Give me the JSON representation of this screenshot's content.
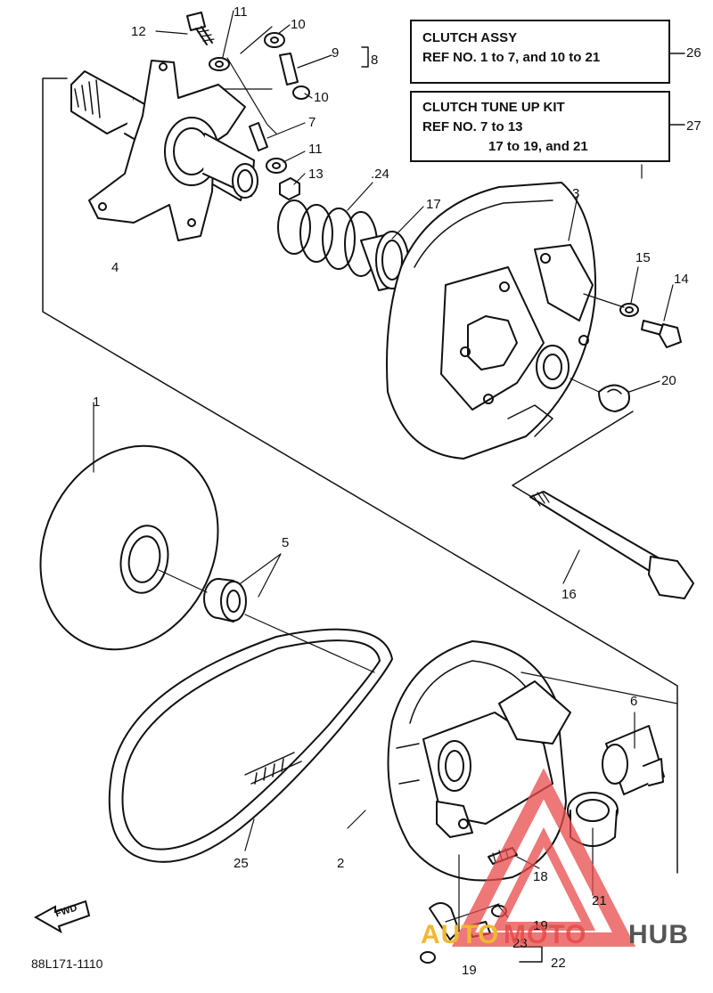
{
  "boxes": {
    "clutch_assy": {
      "line1": "CLUTCH ASSY",
      "line2": "REF NO. 1 to 7, and 10 to 21",
      "ref": "26"
    },
    "tune_kit": {
      "line1": "CLUTCH TUNE UP KIT",
      "line2": "REF NO. 7 to 13",
      "line3": "17 to 19, and 21",
      "ref": "27"
    }
  },
  "callouts": {
    "p1": "1",
    "p2": "2",
    "p3": "3",
    "p4": "4",
    "p5": "5",
    "p6": "6",
    "p7": "7",
    "p8": "8",
    "p9": "9",
    "p10a": "10",
    "p10b": "10",
    "p11a": "11",
    "p11b": "11",
    "p12": "12",
    "p13": "13",
    "p14": "14",
    "p15": "15",
    "p16": "16",
    "p17": "17",
    "p18": "18",
    "p19a": "19",
    "p19b": "19",
    "p20": "20",
    "p21": "21",
    "p22": "22",
    "p23": "23",
    "p24": ".24",
    "p25": "25"
  },
  "fwd_label": "FWD",
  "diagram_code": "88L171-1110",
  "watermark": {
    "auto": "AUTO",
    "moto": "MOTO",
    "hub": "HUB",
    "colors": {
      "red": "#e84a4a",
      "gray": "#555555"
    }
  }
}
